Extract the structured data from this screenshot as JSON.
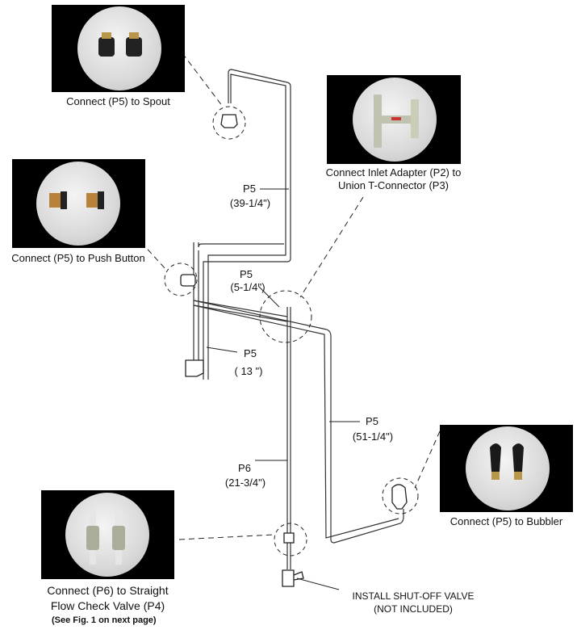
{
  "photos": {
    "spout": {
      "caption": "Connect (P5) to Spout"
    },
    "inlet": {
      "caption_line1": "Connect Inlet Adapter (P2) to",
      "caption_line2": "Union T-Connector (P3)"
    },
    "push": {
      "caption": "Connect (P5) to Push Button"
    },
    "bubbler": {
      "caption": "Connect (P5) to Bubbler"
    },
    "check": {
      "caption_line1": "Connect (P6) to Straight",
      "caption_line2": "Flow Check Valve (P4)",
      "note": "(See Fig. 1 on next page)"
    }
  },
  "tubes": {
    "p5_spout": {
      "name": "P5",
      "length": "(39-1/4\")"
    },
    "p5_short": {
      "name": "P5",
      "length": "(5-1/4'')"
    },
    "p5_push": {
      "name": "P5",
      "length": "( 13 \")"
    },
    "p5_bubbler": {
      "name": "P5",
      "length": "(51-1/4\")"
    },
    "p6": {
      "name": "P6",
      "length": "(21-3/4\")"
    }
  },
  "valve_callout": {
    "line1": "INSTALL SHUT-OFF VALVE",
    "line2": "(NOT INCLUDED)"
  }
}
